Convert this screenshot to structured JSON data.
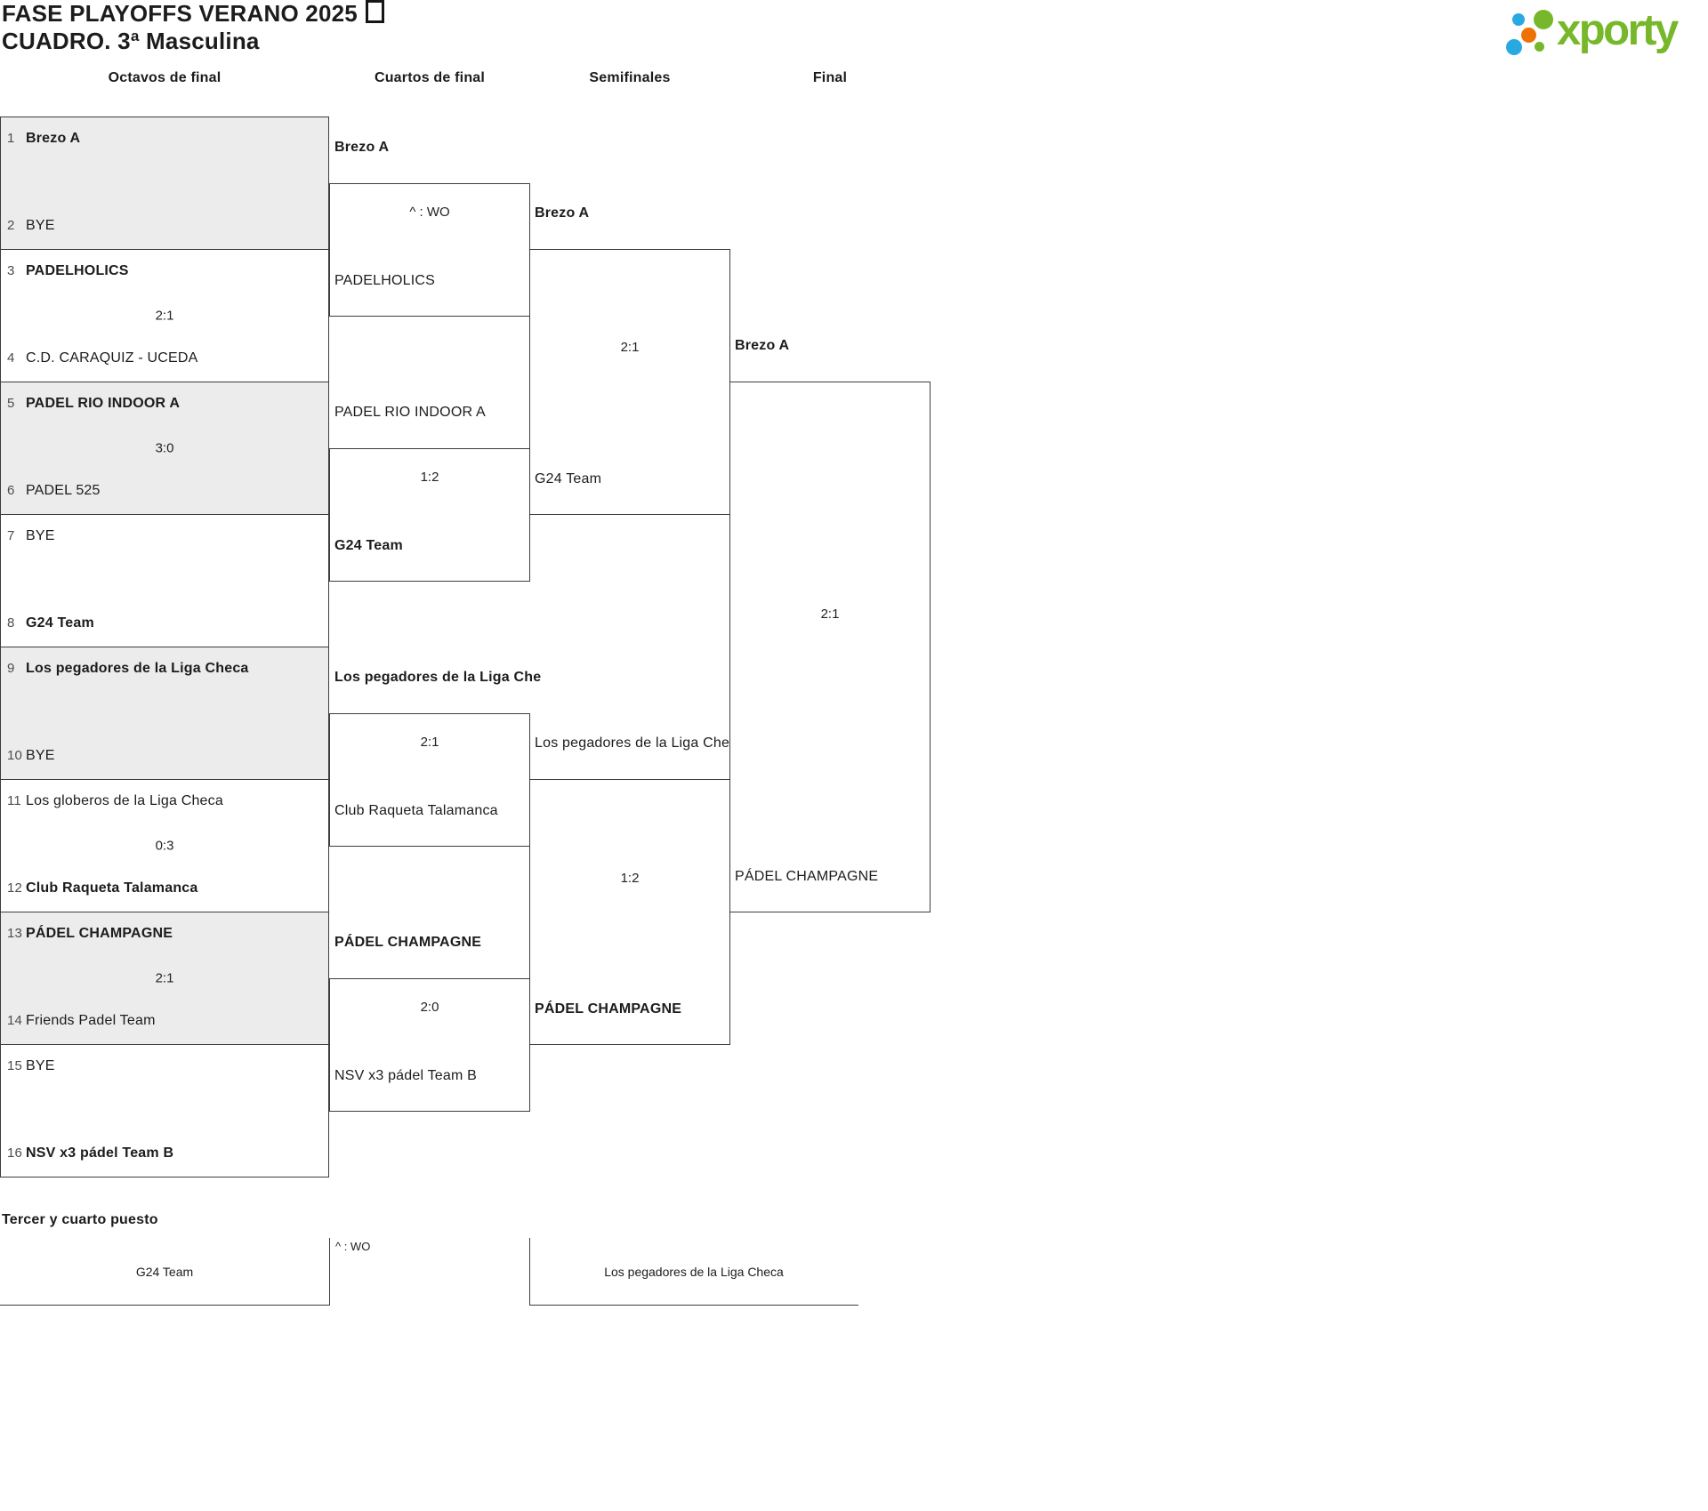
{
  "title": {
    "line1": "FASE PLAYOFFS VERANO 2025",
    "line2": "CUADRO. 3ª Masculina"
  },
  "logo": {
    "text": "xporty",
    "colors": {
      "green": "#76b82a",
      "blue": "#29a9e1",
      "orange": "#ee7203"
    }
  },
  "rounds": [
    "Octavos de final",
    "Cuartos de final",
    "Semifinales",
    "Final"
  ],
  "octavos": [
    {
      "seed_top": "1",
      "team_top": "Brezo A",
      "score": "",
      "seed_bottom": "2",
      "team_bottom": "BYE"
    },
    {
      "seed_top": "3",
      "team_top": "PADELHOLICS",
      "score": "2:1",
      "seed_bottom": "4",
      "team_bottom": "C.D. CARAQUIZ - UCEDA"
    },
    {
      "seed_top": "5",
      "team_top": "PADEL RIO INDOOR A",
      "score": "3:0",
      "seed_bottom": "6",
      "team_bottom": "PADEL 525"
    },
    {
      "seed_top": "7",
      "team_top": "BYE",
      "score": "",
      "seed_bottom": "8",
      "team_bottom": "G24 Team"
    },
    {
      "seed_top": "9",
      "team_top": "Los pegadores de la Liga Checa",
      "score": "",
      "seed_bottom": "10",
      "team_bottom": "BYE"
    },
    {
      "seed_top": "11",
      "team_top": "Los globeros de la Liga Checa",
      "score": "0:3",
      "seed_bottom": "12",
      "team_bottom": "Club Raqueta Talamanca"
    },
    {
      "seed_top": "13",
      "team_top": "PÁDEL CHAMPAGNE",
      "score": "2:1",
      "seed_bottom": "14",
      "team_bottom": "Friends Padel Team"
    },
    {
      "seed_top": "15",
      "team_top": "BYE",
      "score": "",
      "seed_bottom": "16",
      "team_bottom": "NSV x3 pádel Team B"
    }
  ],
  "cuartos": [
    {
      "team_top": "Brezo A",
      "score": "^ : WO",
      "team_bottom": "PADELHOLICS"
    },
    {
      "team_top": "PADEL RIO INDOOR A",
      "score": "1:2",
      "team_bottom": "G24 Team"
    },
    {
      "team_top": "Los pegadores de la Liga Che",
      "score": "2:1",
      "team_bottom": "Club Raqueta Talamanca"
    },
    {
      "team_top": "PÁDEL CHAMPAGNE",
      "score": "2:0",
      "team_bottom": "NSV x3 pádel Team B"
    }
  ],
  "semifinales": [
    {
      "team_top": "Brezo A",
      "score": "2:1",
      "team_bottom": "G24 Team"
    },
    {
      "team_top": "Los pegadores de la Liga Che",
      "score": "1:2",
      "team_bottom": "PÁDEL CHAMPAGNE"
    }
  ],
  "final": {
    "team_top": "Brezo A",
    "score": "2:1",
    "team_bottom": "PÁDEL CHAMPAGNE"
  },
  "third_place": {
    "heading": "Tercer y cuarto puesto",
    "score": "^ : WO",
    "team_left": "G24 Team",
    "team_right": "Los pegadores de la Liga Checa"
  }
}
